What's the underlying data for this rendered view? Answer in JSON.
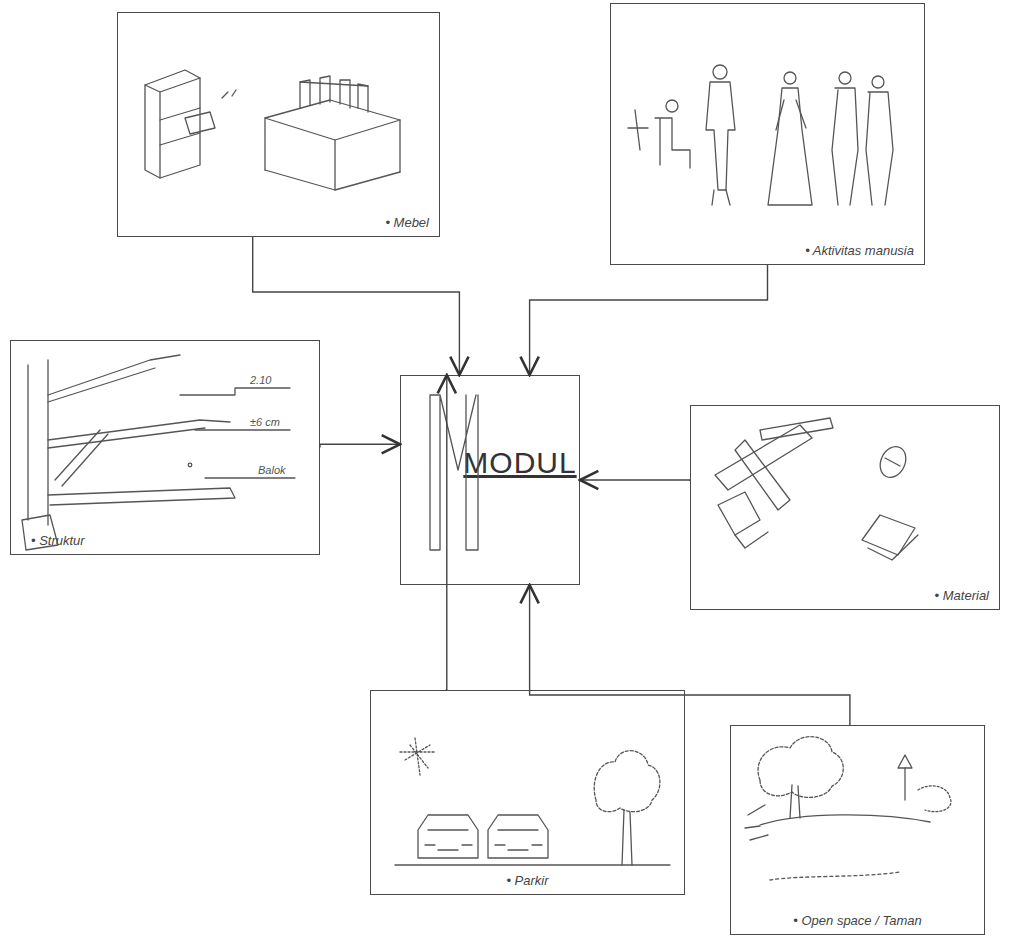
{
  "diagram": {
    "nodes": [
      {
        "text": [
          "• Mebel"
        ]
      },
      {
        "text": [
          "• Aktivitas manusia"
        ]
      },
      {
        "text": [
          "• Struktur"
        ]
      },
      {
        "text": [
          "MODUL"
        ]
      },
      {
        "text": [
          "• Material"
        ]
      },
      {
        "text": [
          "• Parkir"
        ]
      },
      {
        "text": [
          "• Open space / Taman"
        ]
      }
    ],
    "edges": [
      {
        "from": 0,
        "to": 3,
        "arrow": "to"
      },
      {
        "from": 1,
        "to": 3,
        "arrow": "to"
      },
      {
        "from": 2,
        "to": 3,
        "arrow": "to"
      },
      {
        "from": 4,
        "to": 3,
        "arrow": "to"
      },
      {
        "from": 5,
        "to": 3,
        "arrow": "to"
      },
      {
        "from": 6,
        "to": 3,
        "arrow": "to"
      }
    ],
    "labels": [
      "2.10",
      "±6 cm",
      "Balok"
    ]
  }
}
